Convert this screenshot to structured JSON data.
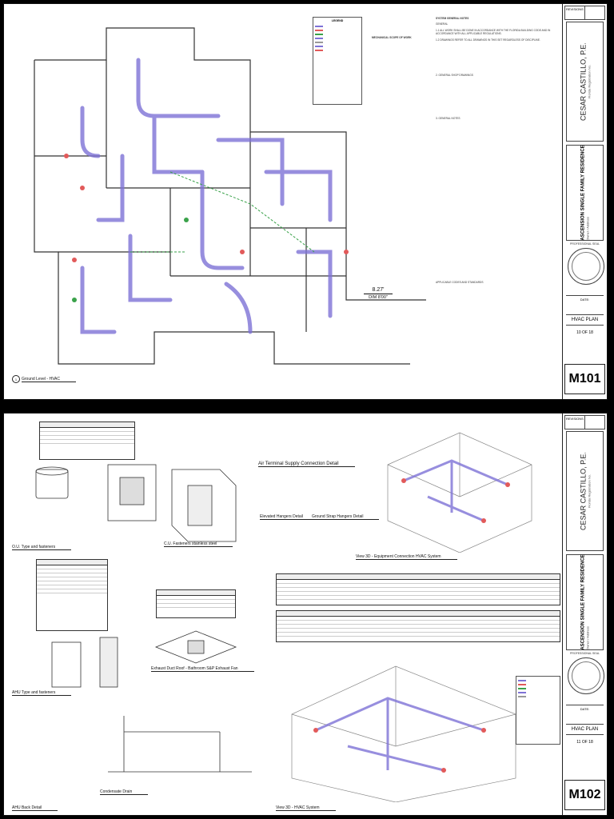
{
  "sheets": [
    {
      "view_caption": "Ground Level - HVAC",
      "view_number": "1",
      "dimension": "8.27'",
      "dimension_sub": "DIM 8'00\"",
      "legend_title": "LEGEND",
      "general_notes_title": "SYSTEM GENERAL NOTES",
      "general_notes": [
        "GENERAL",
        "1.1 ALL WORK SHALL BE DONE IN ACCORDANCE WITH THE FLORIDA BUILDING CODE AND IN ACCORDANCE WITH ALL APPLICABLE REGULATIONS.",
        "1.2 DRAWINGS REFER TO ALL DRAWINGS IN THIS SET REGARDLESS OF DISCIPLINE.",
        "2. GENERAL SHOP DRAWINGS",
        "3. GENERAL NOTES",
        "APPLICABLE CODES AND STANDARDS"
      ],
      "scope_title": "MECHANICAL SCOPE OF WORK",
      "sheet_name": "HVAC PLAN",
      "sheet_of": "10 OF 18",
      "sheet_number": "M101"
    },
    {
      "view_captions": [
        "O.U. Type and fasteners",
        "C.U. Fasteners stainless steel",
        "Air Terminal Supply Connection Detail",
        "Elevated Hangers Detail",
        "Ground Strap Hangers Detail",
        "View 3D - Equipment Connection HVAC System",
        "AHU Type and fasteners",
        "Exhaust Duct Roof - Bathroom S&P Exhaust Fan",
        "Condensate Drain",
        "AHU Back Detail",
        "View 3D - HVAC System"
      ],
      "sheet_name": "HVAC PLAN",
      "sheet_of": "11 OF 18",
      "sheet_number": "M102"
    }
  ],
  "title_block": {
    "revisions_label": "REVISIONS",
    "designer": "CESAR CASTILLO, P.E.",
    "designer_sub": "Florida Registration No.",
    "project": "ASCENSION SINGLE FAMILY RESIDENCE",
    "project_sub": "Owner / Address",
    "seal_caption": "PROFESSIONAL SEAL",
    "date_label": "DATE:"
  },
  "colors": {
    "duct": "#7e72d6",
    "supply": "#e25a5a",
    "return": "#3aa24a",
    "wall": "#333333"
  }
}
